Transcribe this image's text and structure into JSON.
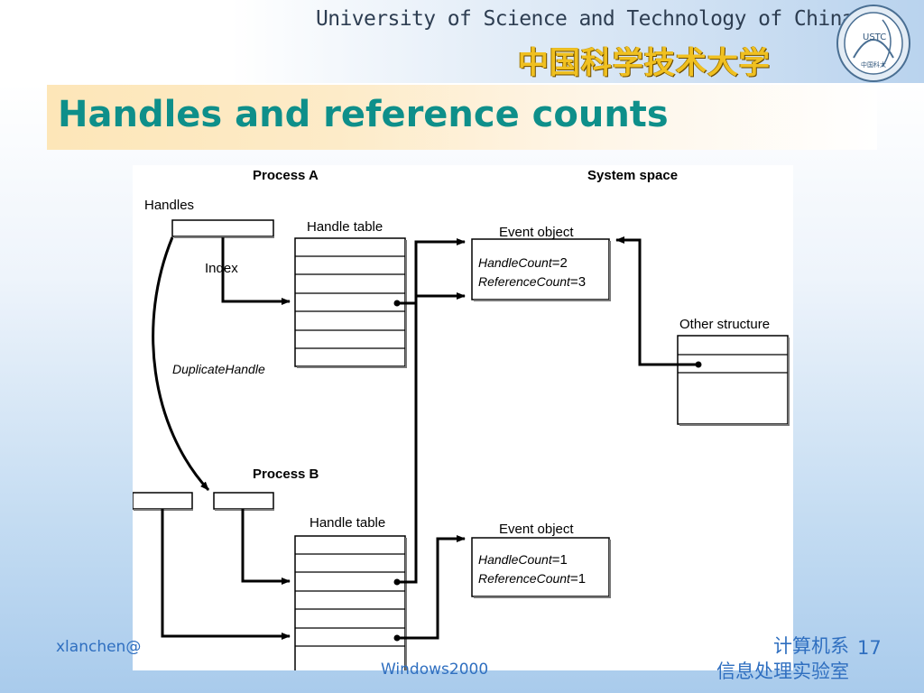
{
  "header": {
    "university_en": "University of Science and Technology of China",
    "university_zh": "中国科学技术大学",
    "logo_text": "USTC",
    "logo_zh": "中国科大"
  },
  "slide": {
    "title": "Handles and reference counts"
  },
  "diagram": {
    "process_a": "Process A",
    "system_space": "System space",
    "handles": "Handles",
    "handle_table_a": "Handle table",
    "index": "Index",
    "duplicate_handle": "DuplicateHandle",
    "event_object_1": {
      "title": "Event object",
      "line1_key": "HandleCount",
      "line1_val": "=2",
      "line2_key": "ReferenceCount",
      "line2_val": "=3"
    },
    "other_structure": "Other structure",
    "process_b": "Process B",
    "handle_table_b": "Handle table",
    "event_object_2": {
      "title": "Event object",
      "line1_key": "HandleCount",
      "line1_val": "=1",
      "line2_key": "ReferenceCount",
      "line2_val": "=1"
    }
  },
  "footer": {
    "author": "xlanchen@",
    "course": "Windows2000",
    "dept_line1": "计算机系",
    "dept_line2": "信息处理实验室",
    "page": "17"
  },
  "colors": {
    "title": "#0e8f8a",
    "footer_text": "#2f6fc0",
    "university_zh": "#f0c020"
  }
}
